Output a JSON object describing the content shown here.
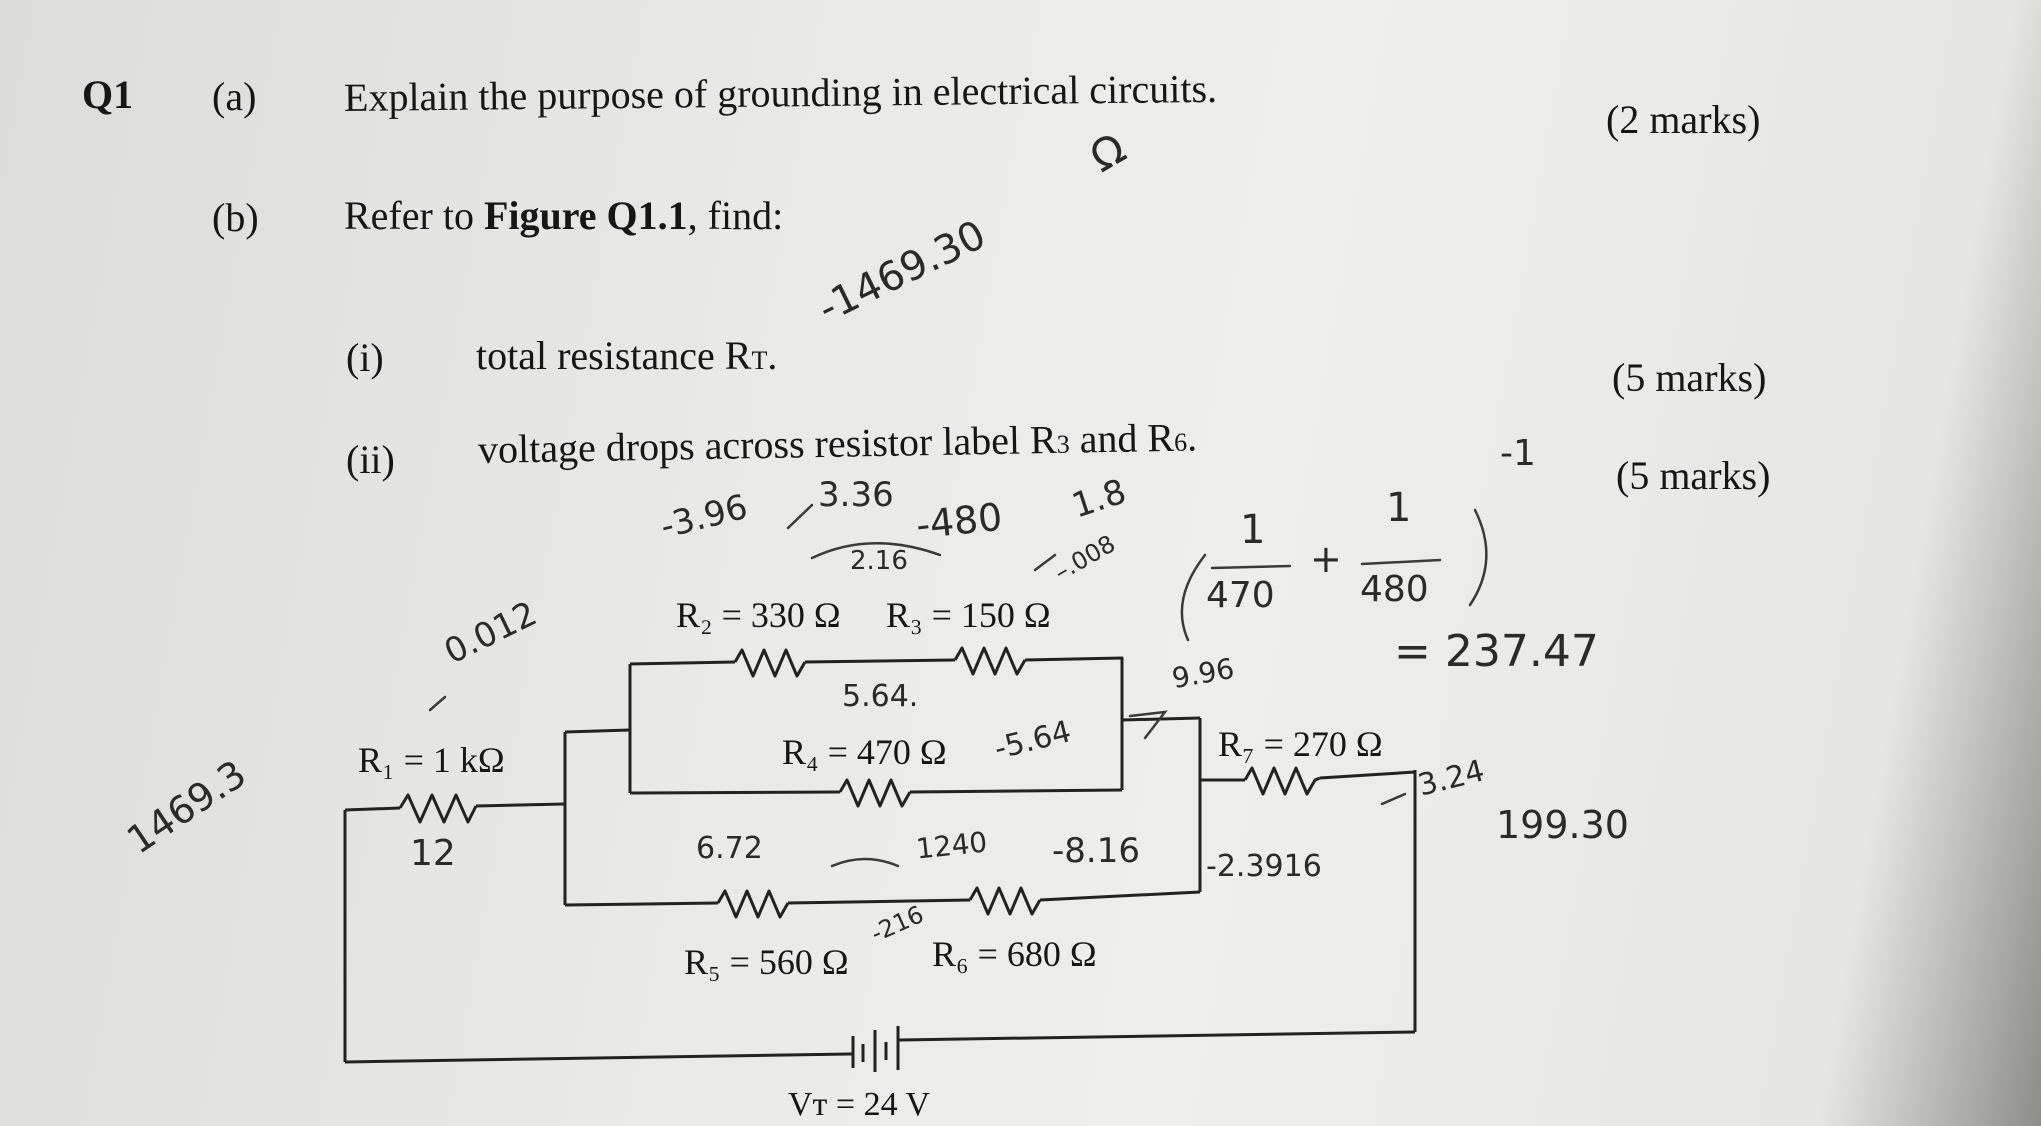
{
  "question": {
    "number": "Q1",
    "part_a": {
      "label": "(a)",
      "text": "Explain the purpose of grounding in electrical circuits.",
      "marks": "(2 marks)"
    },
    "part_b": {
      "label": "(b)",
      "text_prefix": "Refer to ",
      "text_bold": "Figure Q1.1",
      "text_suffix": ", find:"
    },
    "sub_i": {
      "label": "(i)",
      "text": "total resistance R",
      "sub": "T",
      "end": ".",
      "marks": "(5 marks)"
    },
    "sub_ii": {
      "label": "(ii)",
      "text": "voltage drops across resistor label R",
      "sub1": "3",
      "mid": " and R",
      "sub2": "6",
      "end": ".",
      "marks": "(5 marks)"
    }
  },
  "circuit": {
    "r2": "R₂ = 330 Ω",
    "r3": "R₃ = 150 Ω",
    "r1": "R₁ = 1 kΩ",
    "r4": "R₄ = 470 Ω",
    "r7": "R₇ = 270 Ω",
    "r5": "R₅ = 560 Ω",
    "r6": "R₆ = 680 Ω",
    "source": "Vᴛ = 24 V"
  },
  "handwriting": {
    "n1": "-1469.30",
    "n2": "Ω",
    "n3": "-3.96",
    "n4": "3.36",
    "n5": "2.16",
    "n6": "-480",
    "n7": "1.8",
    "n8": "–.008",
    "n9": "0.012",
    "n10": "1469.3",
    "n11": "5.64.",
    "n12": "-5.64",
    "n13": "9.96",
    "n14": "12",
    "n15": "6.72",
    "n16": "1240",
    "n17": "-8.16",
    "n18": "-2.3916",
    "n19": "3.24",
    "n20": "199.30",
    "n21": "-216",
    "n22": "= 237.47",
    "n23": "-1",
    "frac1_num": "1",
    "frac1_den": "470",
    "frac2_num": "1",
    "frac2_den": "480",
    "plus": "+"
  }
}
